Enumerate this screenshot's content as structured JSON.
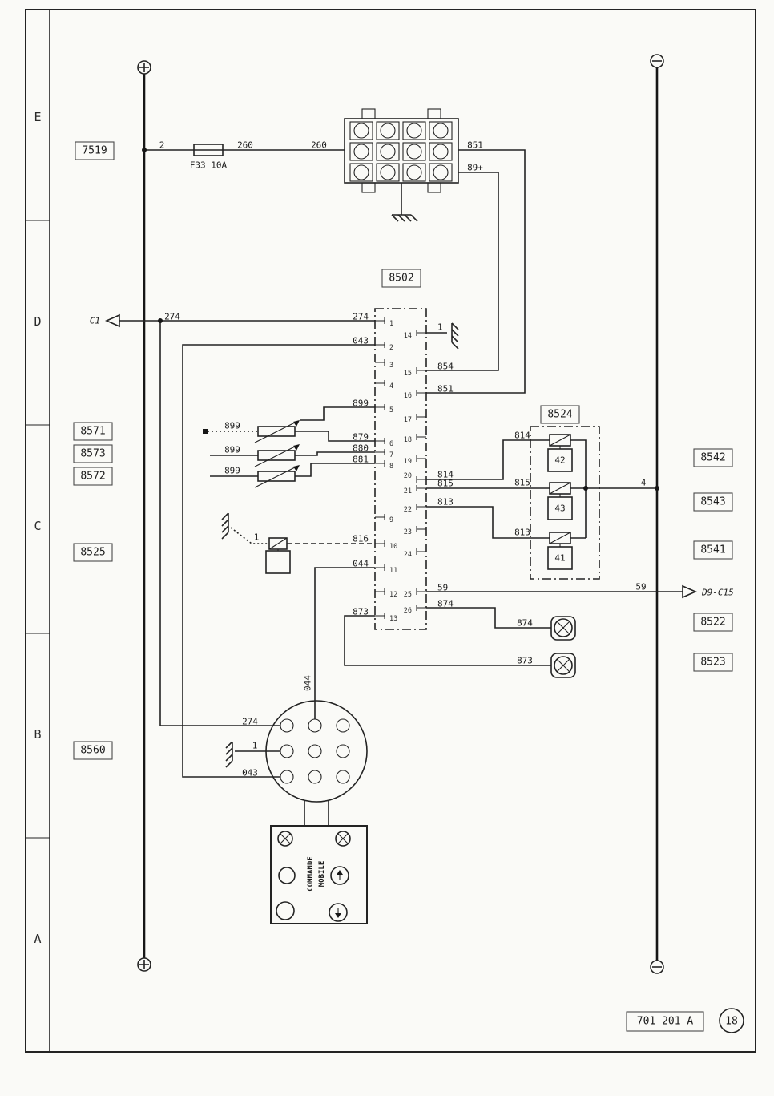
{
  "page": {
    "zones": [
      "E",
      "D",
      "C",
      "B",
      "A"
    ],
    "doc_ref": "701 201 A",
    "sheet": "18"
  },
  "component_labels": {
    "l7519": "7519",
    "l8502": "8502",
    "l8524": "8524",
    "l8571": "8571",
    "l8573": "8573",
    "l8572": "8572",
    "l8525": "8525",
    "l8560": "8560",
    "l8542": "8542",
    "l8543": "8543",
    "l8541": "8541",
    "l8522": "8522",
    "l8523": "8523"
  },
  "fuse_label": "F33 10A",
  "wire_labels": {
    "w2": "2",
    "w260": "260",
    "w851": "851",
    "w89plus": "89+",
    "w854": "854",
    "w274": "274",
    "w043": "043",
    "w899": "899",
    "w879": "879",
    "w880": "880",
    "w881": "881",
    "w1": "1",
    "w816": "816",
    "w044": "044",
    "w873": "873",
    "w874": "874",
    "w814": "814",
    "w815": "815",
    "w813": "813",
    "w59": "59",
    "w4": "4"
  },
  "connector_refs": {
    "c1": "C1",
    "d9c15": "D9-C15"
  },
  "relay_labels": {
    "r42": "42",
    "r43": "43",
    "r41": "41"
  },
  "module": {
    "line1": "COMMANDE",
    "line2": "MOBILE"
  },
  "pins": {
    "left": [
      "1",
      "2",
      "3",
      "4",
      "5",
      "6",
      "7",
      "8",
      "9",
      "10",
      "11",
      "12",
      "13"
    ],
    "right": [
      "14",
      "15",
      "16",
      "17",
      "18",
      "19",
      "20",
      "21",
      "22",
      "23",
      "24",
      "25",
      "26"
    ]
  }
}
